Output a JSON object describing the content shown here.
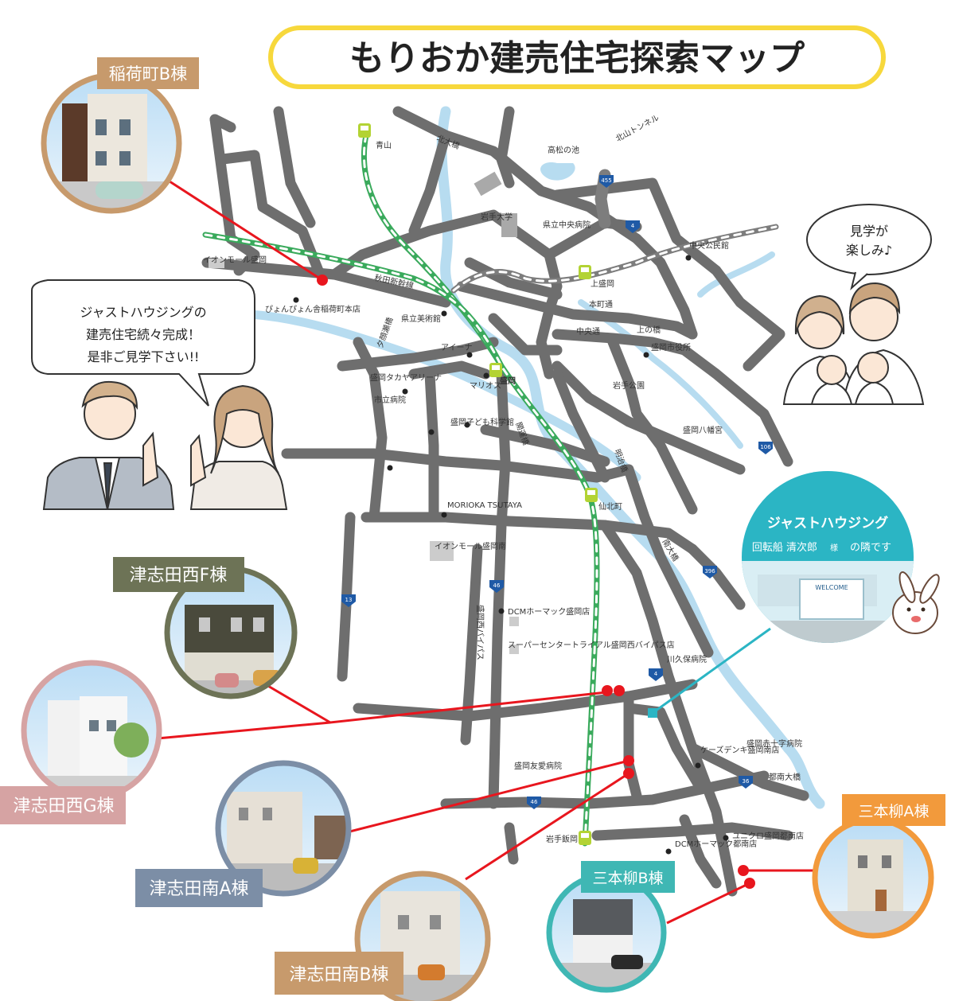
{
  "title": "もりおか建売住宅探索マップ",
  "colors": {
    "title_frame": "#f7d83c",
    "road": "#6e6e6e",
    "river": "#b7dcf0",
    "rail_green": "#3aaa5c",
    "rail_gray": "#7d7d7d",
    "pin_red": "#e8161e",
    "teal": "#2bb5c4"
  },
  "map_labels": {
    "aoyama": "青山",
    "kitaohashi": "北大橋",
    "takamatsu_pond": "高松の池",
    "kitayama_tunnel": "北山トンネル",
    "iwate_univ": "岩手大学",
    "central_hospital": "県立中央病院",
    "central_hall": "中央公民館",
    "aeon_morioka": "イオンモール盛岡",
    "akita_shinkansen": "秋田新幹線",
    "kamimorioka": "上盛岡",
    "honcho_dori": "本町通",
    "chuo_dori": "中央通",
    "uenohashi": "上の橋",
    "pyonpyonsha": "ぴょんぴょん舎稲荷町本店",
    "art_museum": "県立美術館",
    "aeina": "アイーナ",
    "city_hall": "盛岡市役所",
    "marios": "マリオス",
    "morioka": "盛岡",
    "iwate_park": "岩手公園",
    "arena": "盛岡タカヤアリーナ",
    "city_hospital": "市立病院",
    "kids_museum": "盛岡子ども科学館",
    "hachimangu": "盛岡八幡宮",
    "yuda_dori": "夕顔瀬橋",
    "ekimae_dori": "開運橋",
    "meiji_bridge": "明治橋",
    "tsutaya": "MORIOKA TSUTAYA",
    "senbokucho": "仙北町",
    "aeon_minami": "イオンモール盛岡南",
    "minami_ohashi": "南大橋",
    "bypass": "盛岡西バイパス",
    "dcm": "DCMホーマック盛岡店",
    "trial": "スーパーセンタートライアル盛岡西バイパス店",
    "kawakubo": "川久保病院",
    "ks_denki": "ケーズデンキ盛岡南店",
    "red_cross": "盛岡赤十字病院",
    "tonan_bridge": "都南大橋",
    "yuai_hospital": "盛岡友愛病院",
    "iioka": "岩手飯岡",
    "dcm_tonan": "DCMホーマック都南店",
    "uniqlo": "ユニクロ盛岡都南店"
  },
  "route_signs": [
    "455",
    "4",
    "4",
    "106",
    "396",
    "13",
    "46",
    "46",
    "36"
  ],
  "properties": [
    {
      "id": "inaricho-b",
      "name": "稲荷町B棟",
      "color": "#c79a6c"
    },
    {
      "id": "tsushida-nishi-f",
      "name": "津志田西F棟",
      "color": "#6d7356"
    },
    {
      "id": "tsushida-nishi-g",
      "name": "津志田西G棟",
      "color": "#d6a3a3"
    },
    {
      "id": "tsushida-minami-a",
      "name": "津志田南A棟",
      "color": "#7c8ea6"
    },
    {
      "id": "tsushida-minami-b",
      "name": "津志田南B棟",
      "color": "#c79a6c"
    },
    {
      "id": "sanbongi-b",
      "name": "三本柳B棟",
      "color": "#3fb7b4"
    },
    {
      "id": "sanbongi-a",
      "name": "三本柳A棟",
      "color": "#f29a3c"
    }
  ],
  "company": {
    "name": "ジャストハウジング",
    "desc_a": "回転船 清次郎",
    "desc_honorific": "様",
    "desc_b": "の隣です",
    "sign_welcome": "WELCOME"
  },
  "speech_staff": {
    "line1": "ジャストハウジングの",
    "line2": "建売住宅続々完成！",
    "line3": "是非ご見学下さい!!"
  },
  "speech_family": {
    "line1": "見学が",
    "line2": "楽しみ♪"
  }
}
